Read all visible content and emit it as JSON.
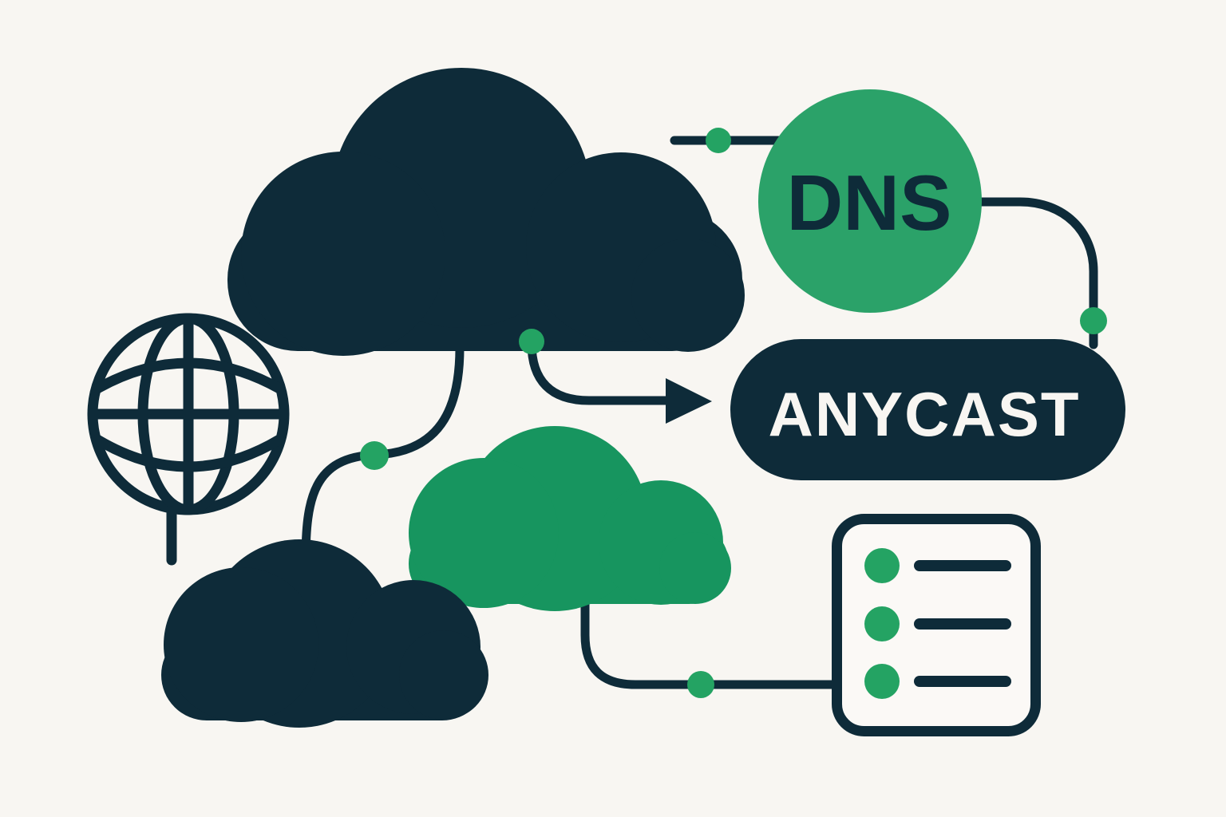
{
  "illustration": {
    "dns_badge": {
      "label": "DNS"
    },
    "anycast_pill": {
      "label": "ANYCAST"
    },
    "list_panel": {
      "rows": 3
    },
    "colors": {
      "background": "#f8f6f2",
      "navy": "#0e2b39",
      "green": "#17955f",
      "green_bright": "#2ba269",
      "green_node": "#24a363",
      "panel": "#fbf9f6",
      "text_light": "#f8f6f2"
    }
  }
}
